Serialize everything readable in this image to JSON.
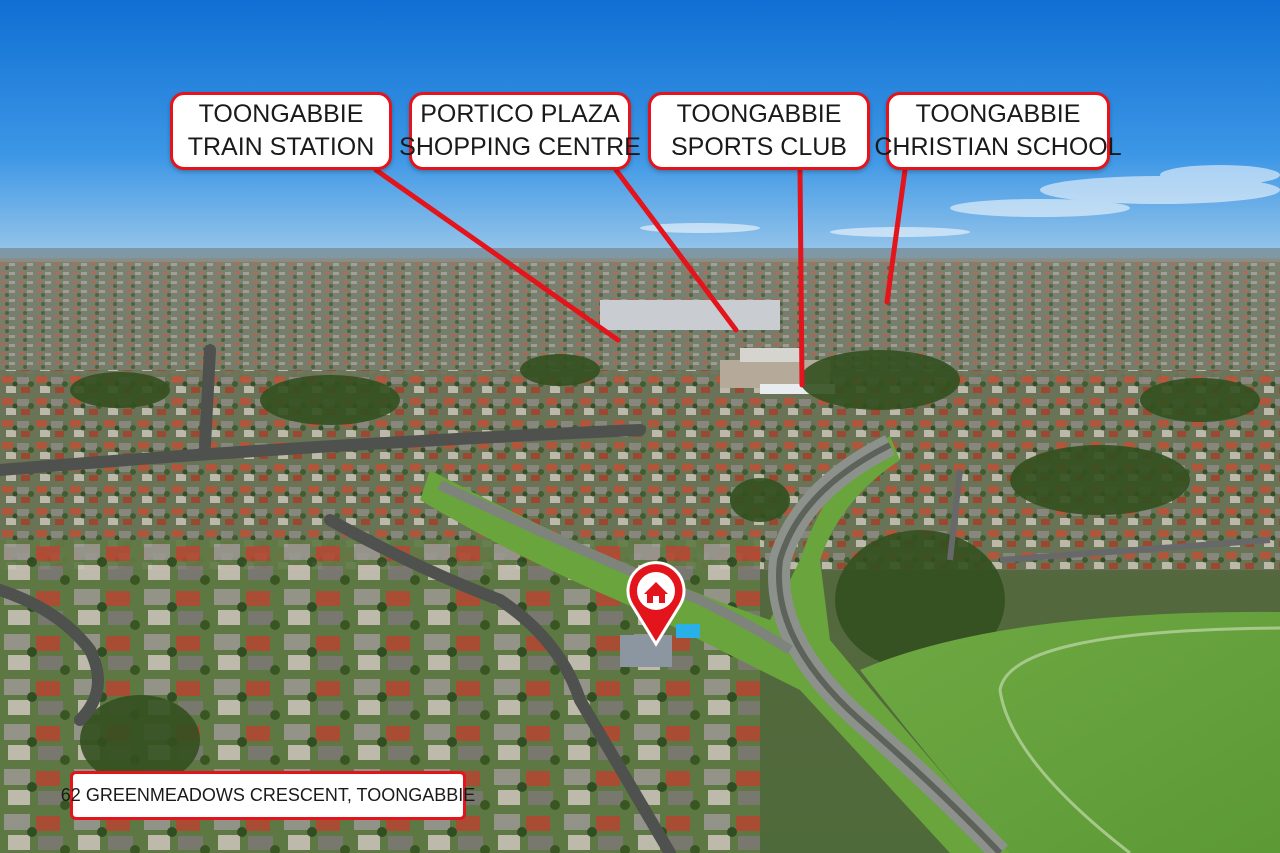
{
  "image": {
    "labels": [
      {
        "line1": "TOONGABBIE",
        "line2": "TRAIN STATION",
        "icon": "callout-box"
      },
      {
        "line1": "PORTICO PLAZA",
        "line2": "SHOPPING CENTRE",
        "icon": "callout-box"
      },
      {
        "line1": "TOONGABBIE",
        "line2": "SPORTS CLUB",
        "icon": "callout-box"
      },
      {
        "line1": "TOONGABBIE",
        "line2": "CHRISTIAN SCHOOL",
        "icon": "callout-box"
      }
    ],
    "address": "62 GREENMEADOWS CRESCENT, TOONGABBIE",
    "marker_icon": "home-map-pin-icon",
    "colors": {
      "accent": "#e3141c",
      "sky": "#1f7fd6",
      "grass": "#6fa843"
    }
  }
}
